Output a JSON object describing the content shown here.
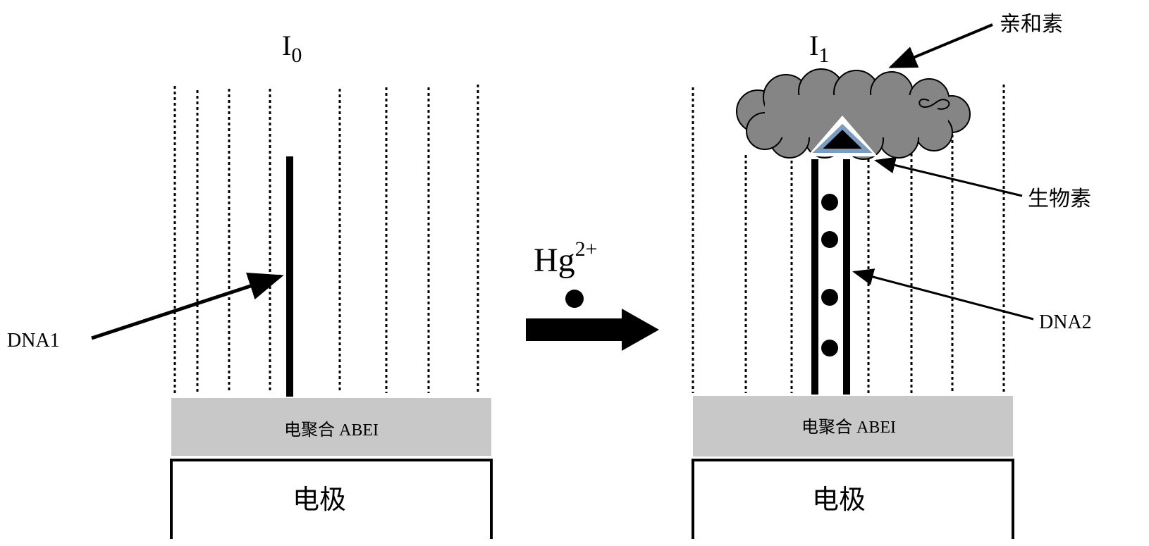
{
  "left_panel": {
    "current_label": "I",
    "current_sub": "0",
    "layer_label": "电聚合 ABEI",
    "electrode_label": "电极",
    "probe_label": "DNA1"
  },
  "right_panel": {
    "current_label": "I",
    "current_sub": "1",
    "layer_label": "电聚合 ABEI",
    "electrode_label": "电极",
    "avidin_label": "亲和素",
    "biotin_label": "生物素",
    "duplex_label": "DNA2"
  },
  "reaction": {
    "reagent": "Hg",
    "charge": "2+"
  },
  "colors": {
    "ink": "#000000",
    "abei_layer": "#c8c8c8",
    "avidin_cloud": "#858585",
    "biotin_outline": "#7a9cc0"
  }
}
